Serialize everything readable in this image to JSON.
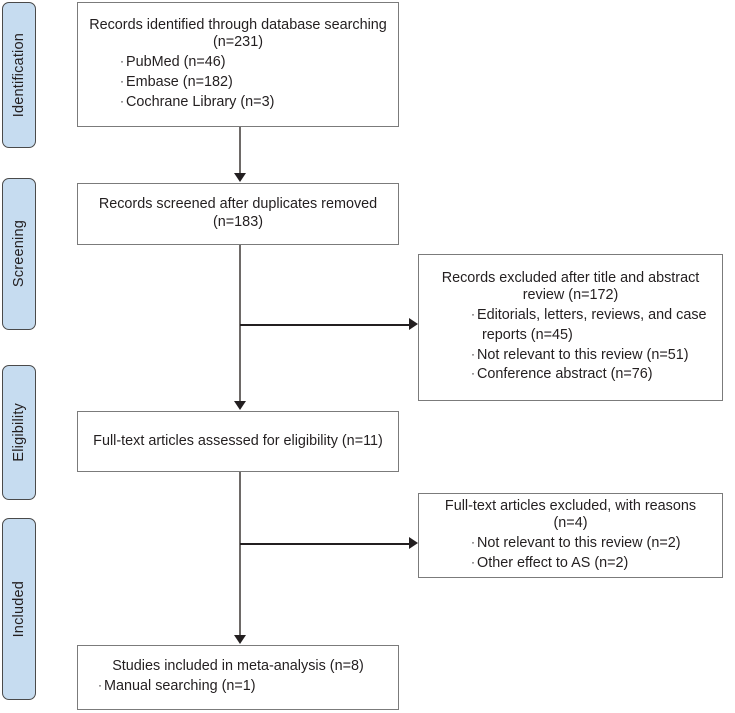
{
  "diagram": {
    "type": "prisma-flow-diagram",
    "stages": [
      {
        "label": "Identification"
      },
      {
        "label": "Screening"
      },
      {
        "label": "Eligibility"
      },
      {
        "label": "Included"
      }
    ],
    "nodes": {
      "identified": {
        "title": "Records identified through database searching (n=231)",
        "items": [
          "PubMed (n=46)",
          "Embase (n=182)",
          "Cochrane Library (n=3)"
        ]
      },
      "screened": {
        "title": "Records screened after duplicates removed (n=183)",
        "items": []
      },
      "excluded_title_abstract": {
        "title": "Records excluded after title and abstract review (n=172)",
        "items": [
          "Editorials, letters, reviews, and case reports (n=45)",
          "Not relevant to this review (n=51)",
          "Conference abstract (n=76)"
        ]
      },
      "fulltext_assessed": {
        "title": "Full-text articles assessed for eligibility (n=11)",
        "items": []
      },
      "fulltext_excluded": {
        "title": "Full-text articles excluded, with reasons (n=4)",
        "items": [
          "Not relevant to this review (n=2)",
          "Other effect to AS (n=2)"
        ]
      },
      "included": {
        "title": "Studies included in meta-analysis (n=8)",
        "items": [
          "Manual searching (n=1)"
        ]
      }
    },
    "bullet_glyph": "·",
    "colors": {
      "stage_fill": "#c6dcf0",
      "stage_border": "#4a4a4a",
      "node_border": "#7b7b7b",
      "connector": "#231f20",
      "text": "#231f20",
      "background": "#ffffff"
    }
  }
}
